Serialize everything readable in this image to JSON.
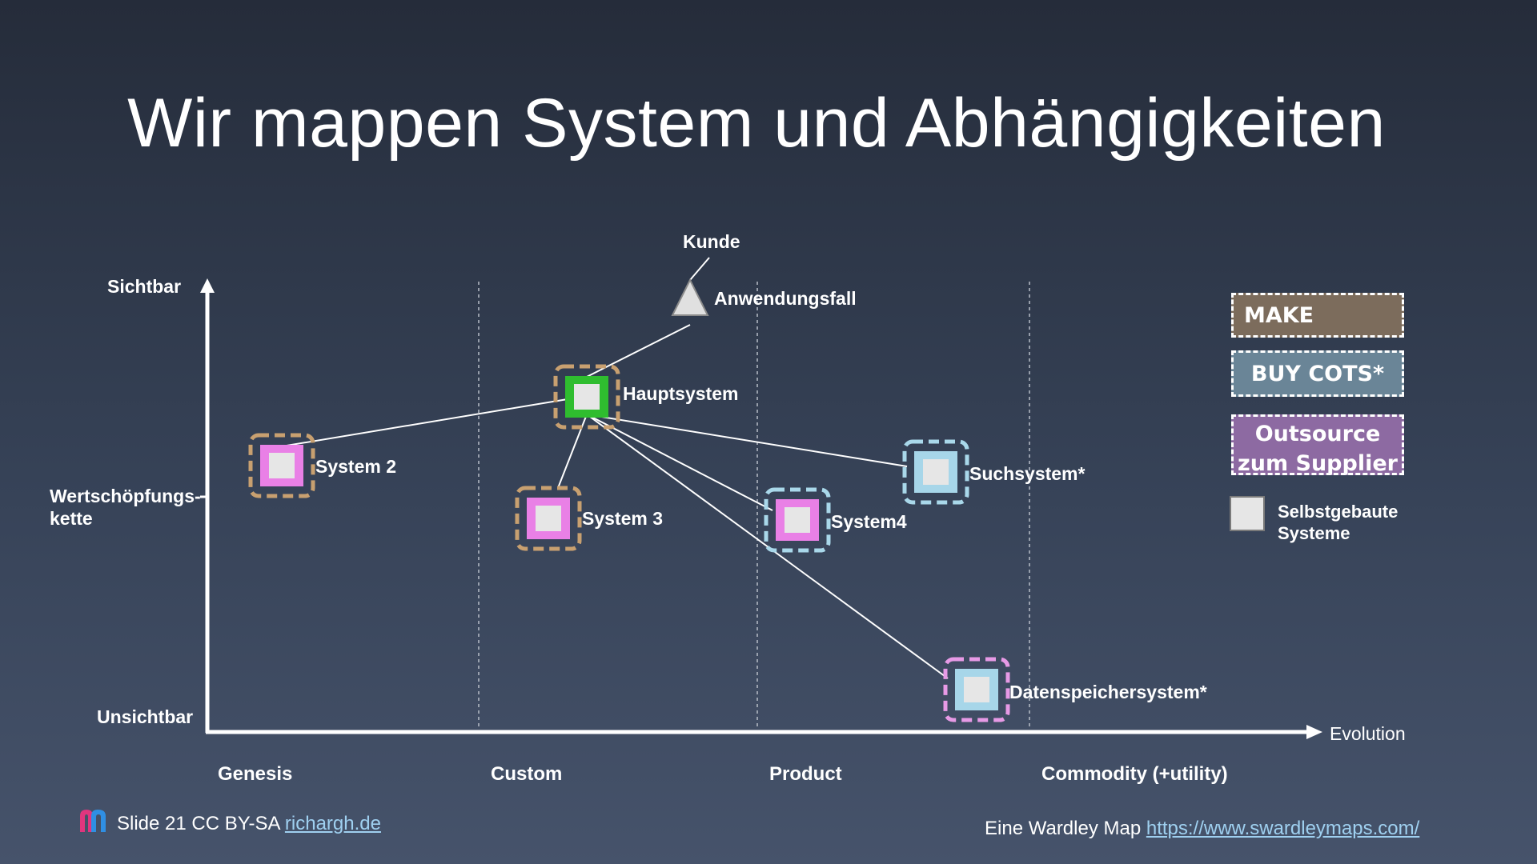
{
  "slide": {
    "title": "Wir mappen System und Abhängigkeiten"
  },
  "map": {
    "y_axis": {
      "top_label": "Sichtbar",
      "middle_label_line1": "Wertschöpfungs-",
      "middle_label_line2": "kette",
      "bottom_label": "Unsichtbar"
    },
    "x_axis": {
      "label": "Evolution",
      "stages": [
        "Genesis",
        "Custom",
        "Product",
        "Commodity (+utility)"
      ]
    },
    "kunde": "Kunde",
    "anwendungsfall": "Anwendungsfall",
    "components": [
      {
        "id": "hauptsystem",
        "label": "Hauptsystem",
        "frame": "make",
        "fill": "self_built_green"
      },
      {
        "id": "system2",
        "label": "System 2",
        "frame": "make",
        "fill": "pink"
      },
      {
        "id": "system3",
        "label": "System 3",
        "frame": "make",
        "fill": "pink"
      },
      {
        "id": "system4",
        "label": "System4",
        "frame": "buy",
        "fill": "pink"
      },
      {
        "id": "suchsystem",
        "label": "Suchsystem*",
        "frame": "buy",
        "fill": "lightblue"
      },
      {
        "id": "datenspeichersystem",
        "label": "Datenspeichersystem*",
        "frame": "outsource",
        "fill": "lightblue"
      }
    ]
  },
  "legend": {
    "make": "MAKE",
    "buy": "BUY COTS*",
    "outsource_line1": "Outsource",
    "outsource_line2": "zum Supplier",
    "selfbuilt_line1": "Selbstgebaute",
    "selfbuilt_line2": "Systeme"
  },
  "footer": {
    "slide_text": "Slide 21 CC BY-SA ",
    "slide_link": "richargh.de",
    "source_text": "Eine Wardley Map ",
    "source_link": "https://www.swardleymaps.com/"
  },
  "colors": {
    "make_frame": "#c8a070",
    "buy_frame": "#a9d8ea",
    "outsource_frame": "#e79ae6",
    "pink_fill": "#e980e6",
    "lightblue_fill": "#a7d6e9",
    "green_fill": "#2fbd2f",
    "inner_gray": "#e6e6e6",
    "legend_make": "#7c6c5c",
    "legend_buy": "#6a8597",
    "legend_outsource": "#8d6aa2"
  }
}
